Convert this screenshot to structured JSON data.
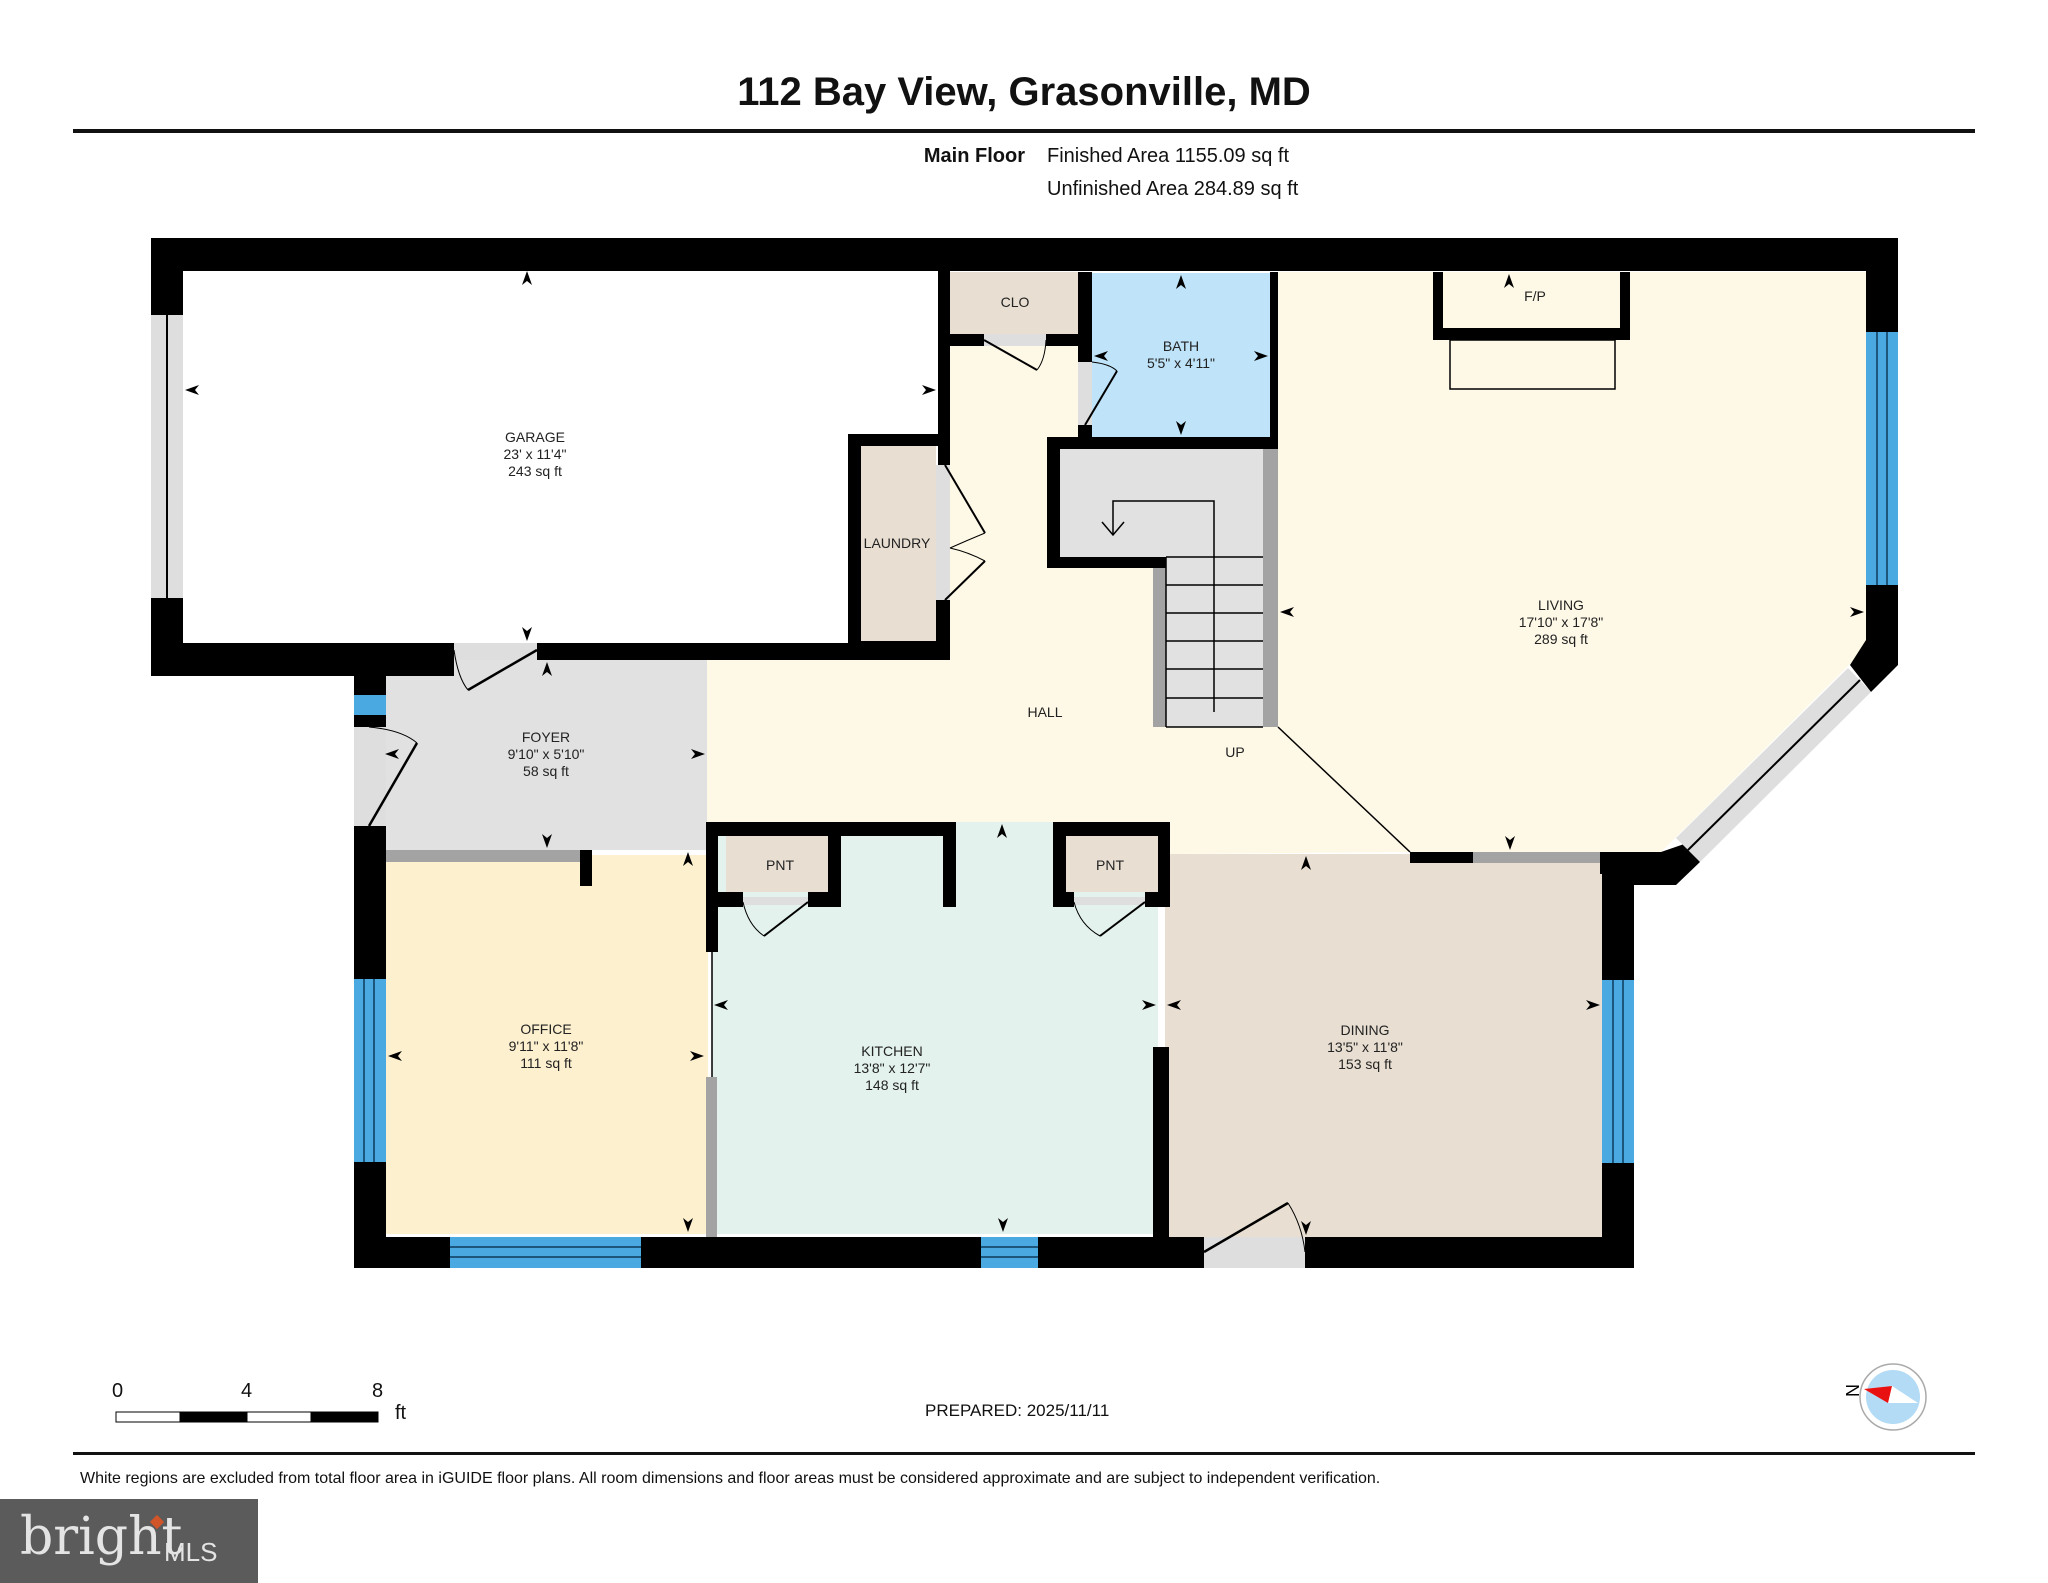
{
  "header": {
    "title": "112 Bay View, Grasonville, MD",
    "floor_name": "Main Floor",
    "finished_area": "Finished Area 1155.09 sq ft",
    "unfinished_area": "Unfinished Area 284.89 sq ft"
  },
  "rooms": {
    "garage": {
      "name": "GARAGE",
      "dims": "23' x 11'4\"",
      "area": "243 sq ft",
      "color": "#ffffff"
    },
    "clo": {
      "name": "CLO",
      "color": "#e8dfd2"
    },
    "bath": {
      "name": "BATH",
      "dims": "5'5\" x 4'11\"",
      "color": "#bfe3f8"
    },
    "fp": {
      "name": "F/P"
    },
    "laundry": {
      "name": "LAUNDRY",
      "color": "#e8dfd2"
    },
    "living": {
      "name": "LIVING",
      "dims": "17'10\" x 17'8\"",
      "area": "289 sq ft",
      "color": "#fef8e6"
    },
    "hall": {
      "name": "HALL",
      "color": "#fef8e6"
    },
    "up": {
      "name": "UP"
    },
    "foyer": {
      "name": "FOYER",
      "dims": "9'10\" x 5'10\"",
      "area": "58 sq ft",
      "color": "#e1e1e1"
    },
    "office": {
      "name": "OFFICE",
      "dims": "9'11\" x 11'8\"",
      "area": "111 sq ft",
      "color": "#fdf0cf"
    },
    "kitchen": {
      "name": "KITCHEN",
      "dims": "13'8\" x 12'7\"",
      "area": "148 sq ft",
      "color": "#e3f2ec"
    },
    "pnt1": {
      "name": "PNT",
      "color": "#e8dfd2"
    },
    "pnt2": {
      "name": "PNT",
      "color": "#e8dfd2"
    },
    "dining": {
      "name": "DINING",
      "dims": "13'5\" x 11'8\"",
      "area": "153 sq ft",
      "color": "#e8dfd2"
    }
  },
  "colors": {
    "wall": "#000000",
    "window": "#4aa9e0",
    "door_opening": "#dedede",
    "rail": "#a3a3a3"
  },
  "scale_bar": {
    "labels": [
      "0",
      "4",
      "8"
    ],
    "unit": "ft"
  },
  "compass": {
    "label": "N"
  },
  "footer": {
    "prepared": "PREPARED: 2025/11/11",
    "disclaimer": "White regions are excluded from total floor area in iGUIDE floor plans. All room dimensions and floor areas must be considered approximate and are subject to independent verification.",
    "logo_text": "bright",
    "logo_suffix": "MLS"
  }
}
